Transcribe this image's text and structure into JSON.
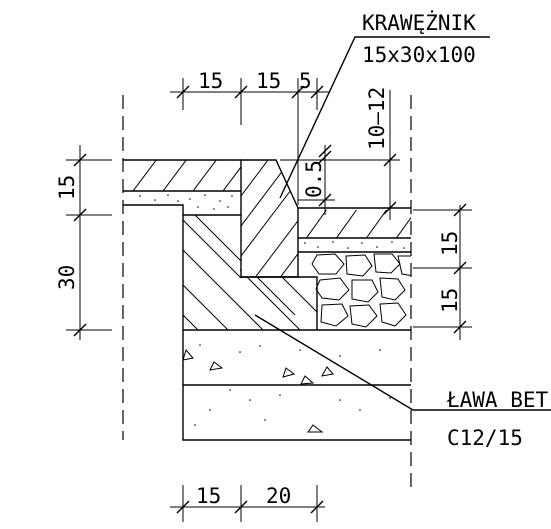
{
  "labels": {
    "curb_name": "KRAWĘŻNIK",
    "curb_size": "15x30x100",
    "bench_name": "ŁAWA BET",
    "bench_class": "C12/15"
  },
  "dimensions": {
    "top": [
      "15",
      "15",
      "5"
    ],
    "right_vertical": "10–12",
    "step": "0.5",
    "left": [
      "15",
      "30"
    ],
    "right_layers": [
      "15",
      "15"
    ],
    "bottom": [
      "15",
      "20"
    ]
  }
}
